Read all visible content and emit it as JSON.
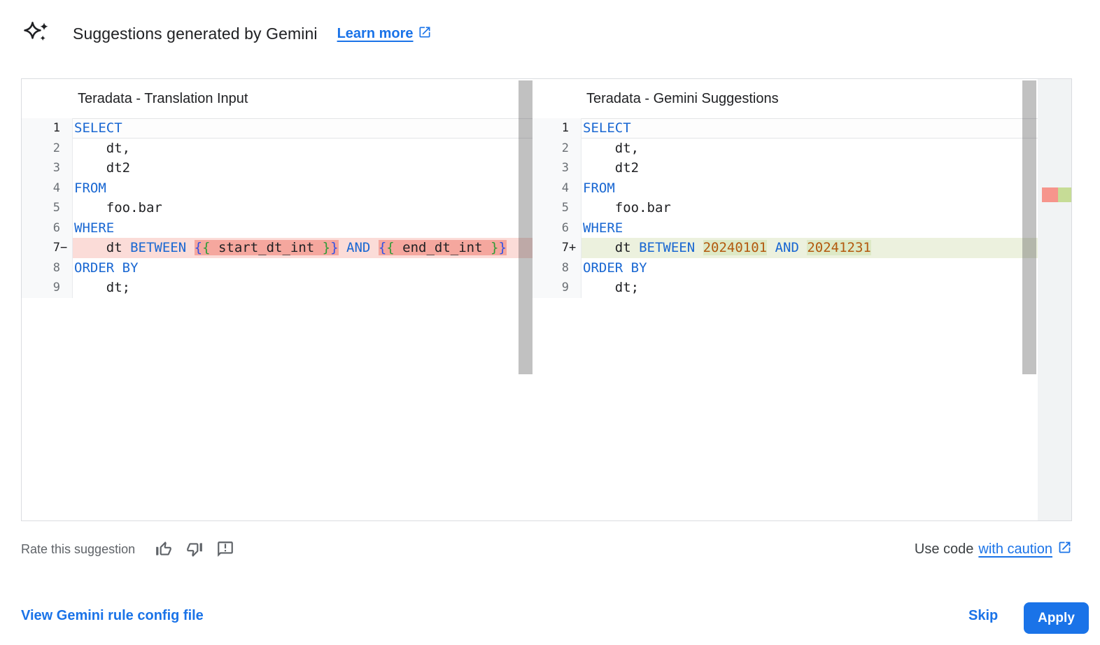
{
  "header": {
    "title": "Suggestions generated by Gemini",
    "learn_more_label": "Learn more"
  },
  "diff": {
    "left": {
      "title": "Teradata - Translation Input",
      "lines": [
        {
          "n": "1",
          "emph": true,
          "current": true,
          "tokens": [
            {
              "t": "SELECT",
              "c": "kw"
            }
          ]
        },
        {
          "n": "2",
          "tokens": [
            {
              "t": "    dt,",
              "c": "pl"
            }
          ]
        },
        {
          "n": "3",
          "tokens": [
            {
              "t": "    dt2",
              "c": "pl"
            }
          ]
        },
        {
          "n": "4",
          "tokens": [
            {
              "t": "FROM",
              "c": "kw"
            }
          ]
        },
        {
          "n": "5",
          "tokens": [
            {
              "t": "    foo.bar",
              "c": "pl"
            }
          ]
        },
        {
          "n": "6",
          "tokens": [
            {
              "t": "WHERE",
              "c": "kw"
            }
          ]
        },
        {
          "n": "7",
          "emph": true,
          "marker": "−",
          "diff": "removed",
          "tokens": [
            {
              "t": "    dt ",
              "c": "pl"
            },
            {
              "t": "BETWEEN",
              "c": "kw"
            },
            {
              "t": " ",
              "c": "pl"
            },
            {
              "t": "{",
              "c": "bo",
              "hl": true
            },
            {
              "t": "{",
              "c": "bi",
              "hl": true
            },
            {
              "t": " start_dt_int ",
              "c": "pl",
              "hl": true
            },
            {
              "t": "}",
              "c": "bi",
              "hl": true
            },
            {
              "t": "}",
              "c": "bo",
              "hl": true
            },
            {
              "t": " ",
              "c": "pl"
            },
            {
              "t": "AND",
              "c": "kw"
            },
            {
              "t": " ",
              "c": "pl"
            },
            {
              "t": "{",
              "c": "bo",
              "hl": true
            },
            {
              "t": "{",
              "c": "bi",
              "hl": true
            },
            {
              "t": " end_dt_int ",
              "c": "pl",
              "hl": true
            },
            {
              "t": "}",
              "c": "bi",
              "hl": true
            },
            {
              "t": "}",
              "c": "bo",
              "hl": true
            }
          ]
        },
        {
          "n": "8",
          "tokens": [
            {
              "t": "ORDER BY",
              "c": "kw"
            }
          ]
        },
        {
          "n": "9",
          "tokens": [
            {
              "t": "    dt;",
              "c": "pl"
            }
          ]
        }
      ]
    },
    "right": {
      "title": "Teradata - Gemini Suggestions",
      "lines": [
        {
          "n": "1",
          "emph": true,
          "current": true,
          "tokens": [
            {
              "t": "SELECT",
              "c": "kw"
            }
          ]
        },
        {
          "n": "2",
          "tokens": [
            {
              "t": "    dt,",
              "c": "pl"
            }
          ]
        },
        {
          "n": "3",
          "tokens": [
            {
              "t": "    dt2",
              "c": "pl"
            }
          ]
        },
        {
          "n": "4",
          "tokens": [
            {
              "t": "FROM",
              "c": "kw"
            }
          ]
        },
        {
          "n": "5",
          "tokens": [
            {
              "t": "    foo.bar",
              "c": "pl"
            }
          ]
        },
        {
          "n": "6",
          "tokens": [
            {
              "t": "WHERE",
              "c": "kw"
            }
          ]
        },
        {
          "n": "7",
          "emph": true,
          "marker": "+",
          "diff": "added",
          "tokens": [
            {
              "t": "    dt ",
              "c": "pl"
            },
            {
              "t": "BETWEEN",
              "c": "kw"
            },
            {
              "t": " ",
              "c": "pl"
            },
            {
              "t": "20240101",
              "c": "num",
              "hl": true
            },
            {
              "t": " ",
              "c": "pl"
            },
            {
              "t": "AND",
              "c": "kw"
            },
            {
              "t": " ",
              "c": "pl"
            },
            {
              "t": "20241231",
              "c": "num",
              "hl": true
            }
          ]
        },
        {
          "n": "8",
          "tokens": [
            {
              "t": "ORDER BY",
              "c": "kw"
            }
          ]
        },
        {
          "n": "9",
          "tokens": [
            {
              "t": "    dt;",
              "c": "pl"
            }
          ]
        }
      ]
    }
  },
  "footer": {
    "rate_label": "Rate this suggestion",
    "use_code_prefix": "Use code",
    "use_code_link_label": "with caution"
  },
  "actions": {
    "view_config_label": "View Gemini rule config file",
    "skip_label": "Skip",
    "apply_label": "Apply"
  },
  "colors": {
    "accent": "#1a73e8",
    "keyword": "#1967d2",
    "number": "#b3590e",
    "brace_outer": "#3351e3",
    "brace_inner": "#2e9b37",
    "removed_line_bg": "#fbdcd8",
    "removed_word_bg": "#f5a79e",
    "added_line_bg": "#ecf1de",
    "added_word_bg": "#dde9c6",
    "ruler_removed": "#f6958c",
    "ruler_added": "#c6dc96"
  }
}
